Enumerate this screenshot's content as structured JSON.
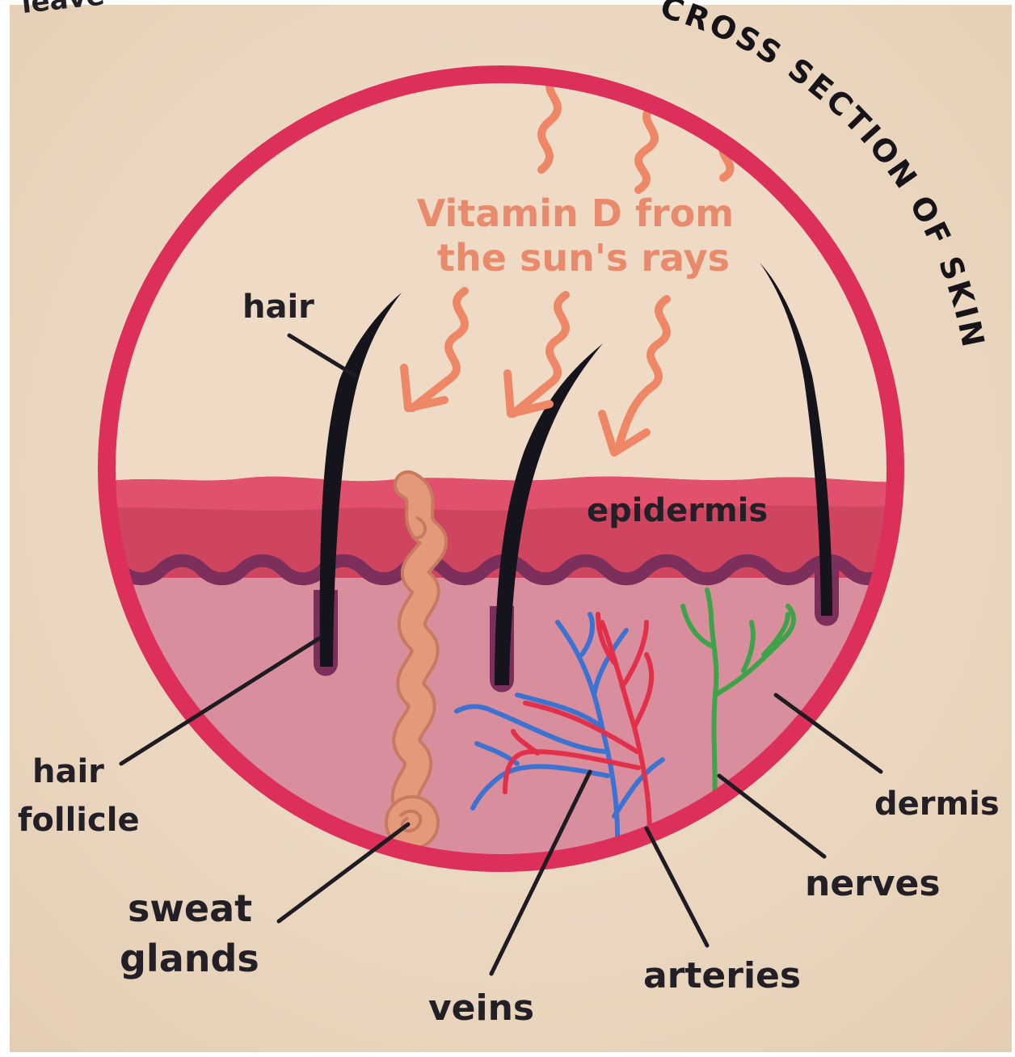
{
  "diagram": {
    "title": "CROSS SECTION OF SKIN",
    "sun_caption_line1": "Vitamin D from",
    "sun_caption_line2": "the sun's rays",
    "colors": {
      "page_background": "#efdcc6",
      "circle_rim": "#dc2f5a",
      "epidermis": "#cf4560",
      "basement_wave": "#7b2f5a",
      "dermis": "#d98e9e",
      "sun_rays": "#ee8766",
      "sweat_gland": "#e49a7a",
      "veins": "#3d73d0",
      "arteries": "#e3304a",
      "nerves": "#3ea348",
      "hair": "#15131c"
    },
    "labels": {
      "hair": "hair",
      "epidermis": "epidermis",
      "hair_follicle_line1": "hair",
      "hair_follicle_line2": "follicle",
      "sweat_glands_line1": "sweat",
      "sweat_glands_line2": "glands",
      "veins": "veins",
      "arteries": "arteries",
      "nerves": "nerves",
      "dermis": "dermis"
    }
  }
}
